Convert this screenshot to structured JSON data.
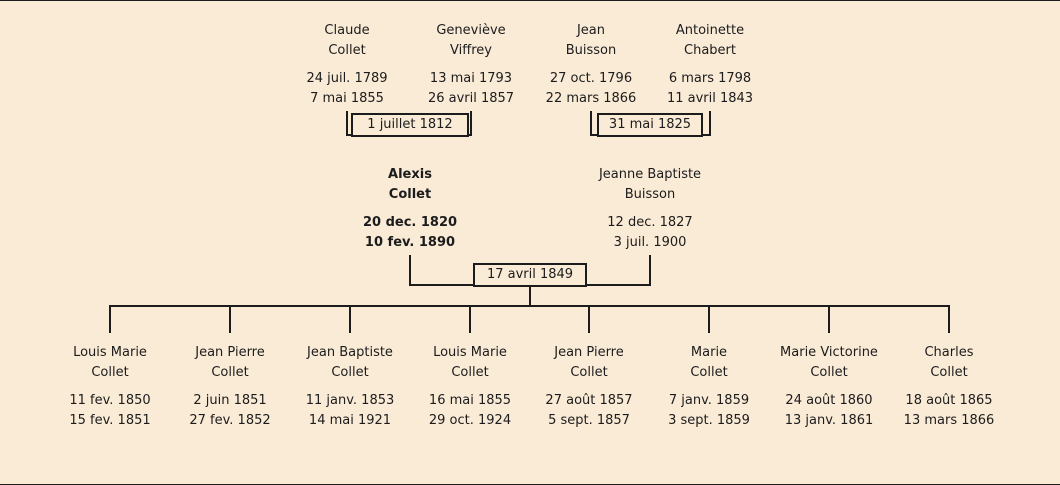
{
  "page": {
    "background_color": "#faebd7",
    "line_color": "#1c1c1c"
  },
  "marriages": {
    "claude_genevieve": {
      "date": "1 juillet 1812"
    },
    "jean_antoinette": {
      "date": "31 mai 1825"
    },
    "alexis_jeanne": {
      "date": "17 avril 1849"
    }
  },
  "generations": {
    "grandparents": [
      {
        "first_names": "Claude",
        "last_name": "Collet",
        "birth": "24 juil. 1789",
        "death": "7 mai 1855"
      },
      {
        "first_names": "Geneviève",
        "last_name": "Viffrey",
        "birth": "13 mai 1793",
        "death": "26 avril 1857"
      },
      {
        "first_names": "Jean",
        "last_name": "Buisson",
        "birth": "27 oct. 1796",
        "death": "22 mars 1866"
      },
      {
        "first_names": "Antoinette",
        "last_name": "Chabert",
        "birth": "6 mars 1798",
        "death": "11 avril 1843"
      }
    ],
    "parents": [
      {
        "first_names": "Alexis",
        "last_name": "Collet",
        "birth": "20 dec. 1820",
        "death": "10 fev. 1890"
      },
      {
        "first_names": "Jeanne Baptiste",
        "last_name": "Buisson",
        "birth": "12 dec. 1827",
        "death": "3 juil. 1900"
      }
    ],
    "children": [
      {
        "first_names": "Louis Marie",
        "last_name": "Collet",
        "birth": "11 fev. 1850",
        "death": "15 fev. 1851"
      },
      {
        "first_names": "Jean Pierre",
        "last_name": "Collet",
        "birth": "2 juin 1851",
        "death": "27 fev. 1852"
      },
      {
        "first_names": "Jean Baptiste",
        "last_name": "Collet",
        "birth": "11 janv. 1853",
        "death": "14 mai 1921"
      },
      {
        "first_names": "Louis Marie",
        "last_name": "Collet",
        "birth": "16 mai 1855",
        "death": "29 oct. 1924"
      },
      {
        "first_names": "Jean Pierre",
        "last_name": "Collet",
        "birth": "27 août 1857",
        "death": "5 sept. 1857"
      },
      {
        "first_names": "Marie",
        "last_name": "Collet",
        "birth": "7 janv. 1859",
        "death": "3 sept. 1859"
      },
      {
        "first_names": "Marie Victorine",
        "last_name": "Collet",
        "birth": "24 août 1860",
        "death": "13 janv. 1861"
      },
      {
        "first_names": "Charles",
        "last_name": "Collet",
        "birth": "18 août 1865",
        "death": "13 mars 1866"
      }
    ]
  }
}
